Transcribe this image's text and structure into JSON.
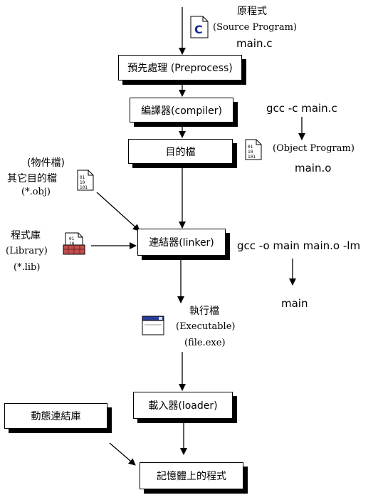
{
  "source": {
    "label_cn": "原程式",
    "label_en": "(Source Program)",
    "filename": "main.c",
    "icon": "c-source-file-icon"
  },
  "boxes": {
    "preprocess": "預先處理 (Preprocess)",
    "compiler": "編譯器(compiler)",
    "object": "目的檔",
    "linker": "連結器(linker)",
    "loader": "載入器(loader)",
    "dynamic_lib": "動態連結庫",
    "memory": "記憶體上的程式"
  },
  "object_program": {
    "command": "gcc -c main.c",
    "label_en": "(Object Program)",
    "filename": "main.o",
    "icon": "binary-file-icon"
  },
  "other_objects": {
    "label_paren": "(物件檔)",
    "label_cn": "其它目的檔",
    "ext": "(*.obj)",
    "icon": "binary-file-icon"
  },
  "library": {
    "label_cn": "程式庫",
    "label_en": "(Library)",
    "ext": "(*.lib)",
    "icon": "library-icon"
  },
  "link_command": {
    "command": "gcc -o main main.o -lm",
    "output": "main"
  },
  "executable": {
    "label_cn": "執行檔",
    "label_en": "(Executable)",
    "ext": "(file.exe)",
    "icon": "window-icon"
  }
}
